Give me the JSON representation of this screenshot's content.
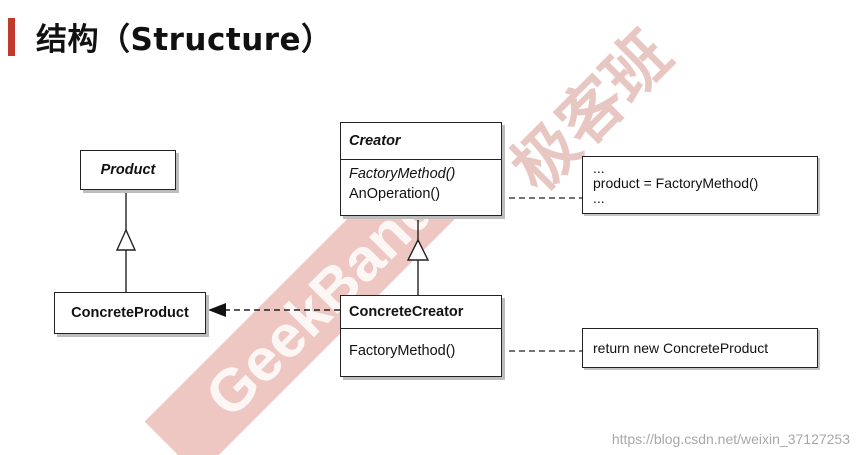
{
  "title": "结构（Structure）",
  "diagram": {
    "product": {
      "name": "Product"
    },
    "concrete_product": {
      "name": "ConcreteProduct"
    },
    "creator": {
      "name": "Creator",
      "ops": [
        "FactoryMethod()",
        "AnOperation()"
      ]
    },
    "concrete_creator": {
      "name": "ConcreteCreator",
      "ops": [
        "FactoryMethod()"
      ]
    },
    "note1": {
      "lines": [
        "...",
        "product = FactoryMethod()",
        "..."
      ]
    },
    "note2": {
      "text": "return new ConcreteProduct"
    }
  },
  "watermark": {
    "brand_cn": "极客班",
    "brand_en": "GeekBand"
  },
  "source_url": "https://blog.csdn.net/weixin_37127253",
  "colors": {
    "accent": "#c0392b",
    "watermark": "#e6b0aa"
  }
}
